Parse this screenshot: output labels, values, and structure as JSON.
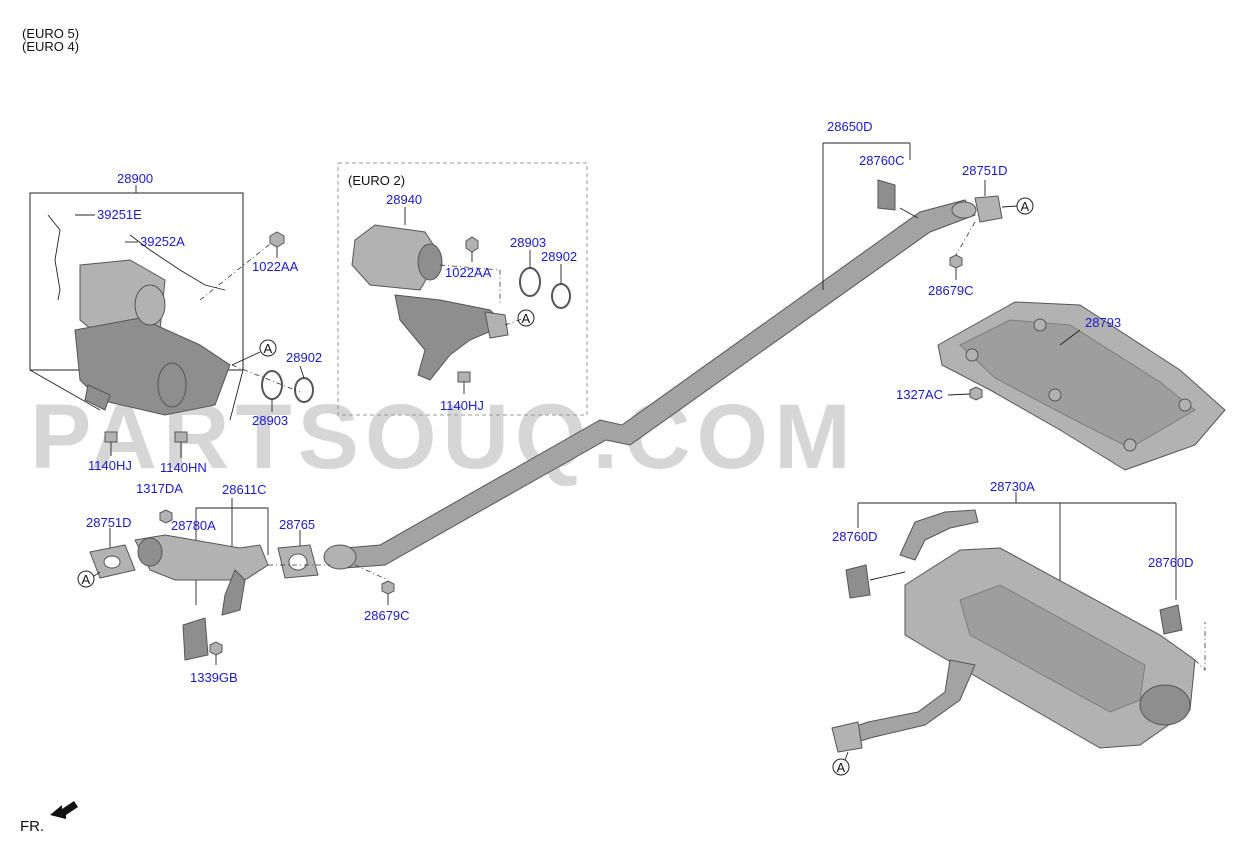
{
  "header": {
    "line1": "(EURO 5)",
    "line2": "(EURO 4)"
  },
  "euro2_label": "(EURO 2)",
  "watermark": "PARTSOUQ.COM",
  "direction_label": "FR.",
  "ref_marker": "A",
  "part_labels": {
    "p28900": "28900",
    "p39251E": "39251E",
    "p39252A": "39252A",
    "p1022AA_left": "1022AA",
    "p28902_left": "28902",
    "p28903_left": "28903",
    "p1140HJ_left": "1140HJ",
    "p1140HN": "1140HN",
    "p28940": "28940",
    "p1022AA_mid": "1022AA",
    "p28903_mid": "28903",
    "p28902_mid": "28902",
    "p1140HJ_mid": "1140HJ",
    "p28650D": "28650D",
    "p28760C": "28760C",
    "p28751D_top": "28751D",
    "p28679C_top": "28679C",
    "p28793": "28793",
    "p1327AC": "1327AC",
    "p1317DA": "1317DA",
    "p28611C": "28611C",
    "p28751D_left": "28751D",
    "p28780A": "28780A",
    "p28765": "28765",
    "p28679C_low": "28679C",
    "p1339GB": "1339GB",
    "p28730A": "28730A",
    "p28760D_left": "28760D",
    "p28760D_right": "28760D"
  }
}
